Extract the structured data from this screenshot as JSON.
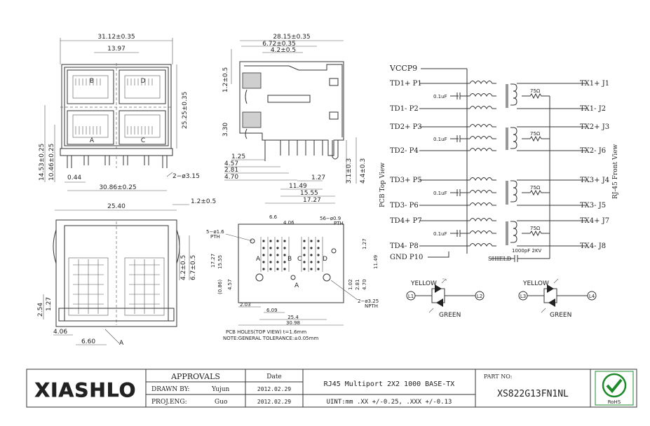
{
  "front_view": {
    "dim_width": "31.12±0.35",
    "dim_inner": "13.97",
    "dim_height": "25.25±0.35",
    "dim_left_total": "14.53±0.25",
    "dim_left_lower": "10.46±0.25",
    "dim_pin_offset": "0.44",
    "dim_pin_span": "30.86±0.25",
    "dim_hole": "2−ø3.15",
    "port_labels": [
      "B",
      "D",
      "A",
      "C"
    ]
  },
  "side_view": {
    "dim_total": "28.15±0.35",
    "dim_mid": "6.72±0.35",
    "dim_small": "4.2±0.5",
    "dim_top": "1.2±0.5",
    "dim_330": "3.30",
    "dim_125": "1.25",
    "dim_457": "4.57",
    "dim_281": "2.81",
    "dim_470": "4.70",
    "dim_127": "1.27",
    "dim_1149": "11.49",
    "dim_1555": "15.55",
    "dim_1727": "17.27",
    "dim_31": "3.1±0.3",
    "dim_44": "4.4±0.3"
  },
  "bottom_view": {
    "dim_width": "25.40",
    "dim_12": "1.2±0.5",
    "dim_42": "4.2±0.5",
    "dim_67": "6.7±0.5",
    "dim_254": "2.54",
    "dim_127": "1.27",
    "dim_406": "4.06",
    "dim_660": "6.60",
    "label_a": "A"
  },
  "pcb_holes": {
    "dim_66": "6.6",
    "dim_406": "4.06",
    "dim_holes_a": "56−ø0.9",
    "dim_holes_a_sub": "PTH",
    "dim_holes_b": "5−ø1.6",
    "dim_holes_b_sub": "PTH",
    "dim_1727": "17.27",
    "dim_1555": "15.55",
    "dim_127": "1.27",
    "dim_1149": "11.49",
    "dim_086": "(0.86)",
    "dim_457": "4.57",
    "dim_102": "1.02",
    "dim_281": "2.81",
    "dim_470": "4.70",
    "dim_npth": "2−ø3.25",
    "dim_npth_sub": "NPTH",
    "dim_203": "2.03",
    "dim_609": "6.09",
    "dim_254": "25.4",
    "dim_3098": "30.98",
    "port_labels": [
      "A",
      "B",
      "C",
      "D"
    ],
    "label_a": "A",
    "caption": "PCB HOLES(TOP VIEW)  t=1.6mm",
    "note": "NOTE:GENERAL  TOLERANCE:±0.05mm"
  },
  "schematic": {
    "vccp": "VCCP9",
    "left_labels": [
      "TD1+ P1",
      "TD1- P2",
      "TD2+ P3",
      "TD2- P4",
      "TD3+ P5",
      "TD3- P6",
      "TD4+ P7",
      "TD4- P8",
      "GND P10"
    ],
    "right_labels": [
      "TX1+ J1",
      "TX1- J2",
      "TX2+ J3",
      "TX2- J6",
      "TX3+ J4",
      "TX3- J5",
      "TX4+ J7",
      "TX4- J8"
    ],
    "cap": "0.1uF",
    "res": "75Ω",
    "shield_cap": "1000pF 2KV",
    "shield": "SHIELD",
    "side_left": "PCB Top View",
    "side_right": "RJ-45 Front View"
  },
  "leds": {
    "yellow": "YELLOW",
    "green": "GREEN",
    "left_pins": [
      "L1",
      "L2"
    ],
    "right_pins": [
      "L3",
      "L4"
    ]
  },
  "title_block": {
    "logo": "XIASHLO",
    "approvals_header": "APPROVALS",
    "date_header": "Date",
    "drawn_by_label": "DRAWN BY:",
    "drawn_by": "Yujun",
    "drawn_date": "2012.02.29",
    "proj_eng_label": "PROJ.ENG:",
    "proj_eng": "Guo",
    "proj_date": "2012.02.29",
    "description": "RJ45 Multiport 2X2 1000 BASE-TX",
    "units": "UINT:mm .XX +/-0.25, .XXX +/-0.13",
    "part_no_label": "PART NO:",
    "part_no": "XS822G13FN1NL",
    "rohs": "RoHS"
  },
  "colors": {
    "line": "#333333",
    "rohs_green": "#1f8a2c"
  }
}
